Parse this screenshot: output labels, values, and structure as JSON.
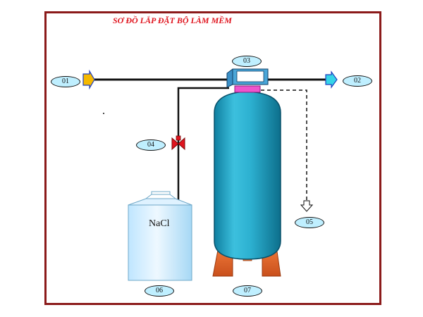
{
  "title": "SƠ ĐỒ LẮP ĐẶT BỘ LÀM MỀM",
  "labels": {
    "inlet": "01",
    "outlet": "02",
    "control_valve": "03",
    "brine_valve": "04",
    "drain": "05",
    "salt_tank": "06",
    "softener_tank": "07"
  },
  "salt_tank_text": "NaCl",
  "colors": {
    "frame": "#8b1a1a",
    "title": "#e0141e",
    "tank_blue": "#1fa3c4",
    "label_fill": "#bfefff",
    "legs": "#e0652a",
    "inlet_arrow": "#f5b800",
    "outlet_arrow": "#35d4e8",
    "brine_valve": "#e0141e",
    "riser": "#ee55cc"
  }
}
